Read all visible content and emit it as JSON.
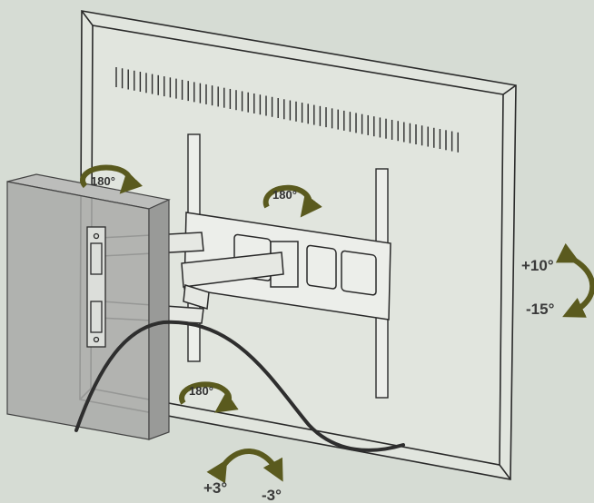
{
  "rotation_labels": {
    "top_left": "180°",
    "center": "180°",
    "bottom": "180°"
  },
  "tilt": {
    "up": "+10°",
    "down": "-15°"
  },
  "level": {
    "plus": "+3°",
    "minus": "-3°"
  },
  "colors": {
    "background": "#d6dcd4",
    "arrow": "#5a5a1e",
    "line": "#2a2a2a",
    "wall_block": "#a9aaa8"
  }
}
